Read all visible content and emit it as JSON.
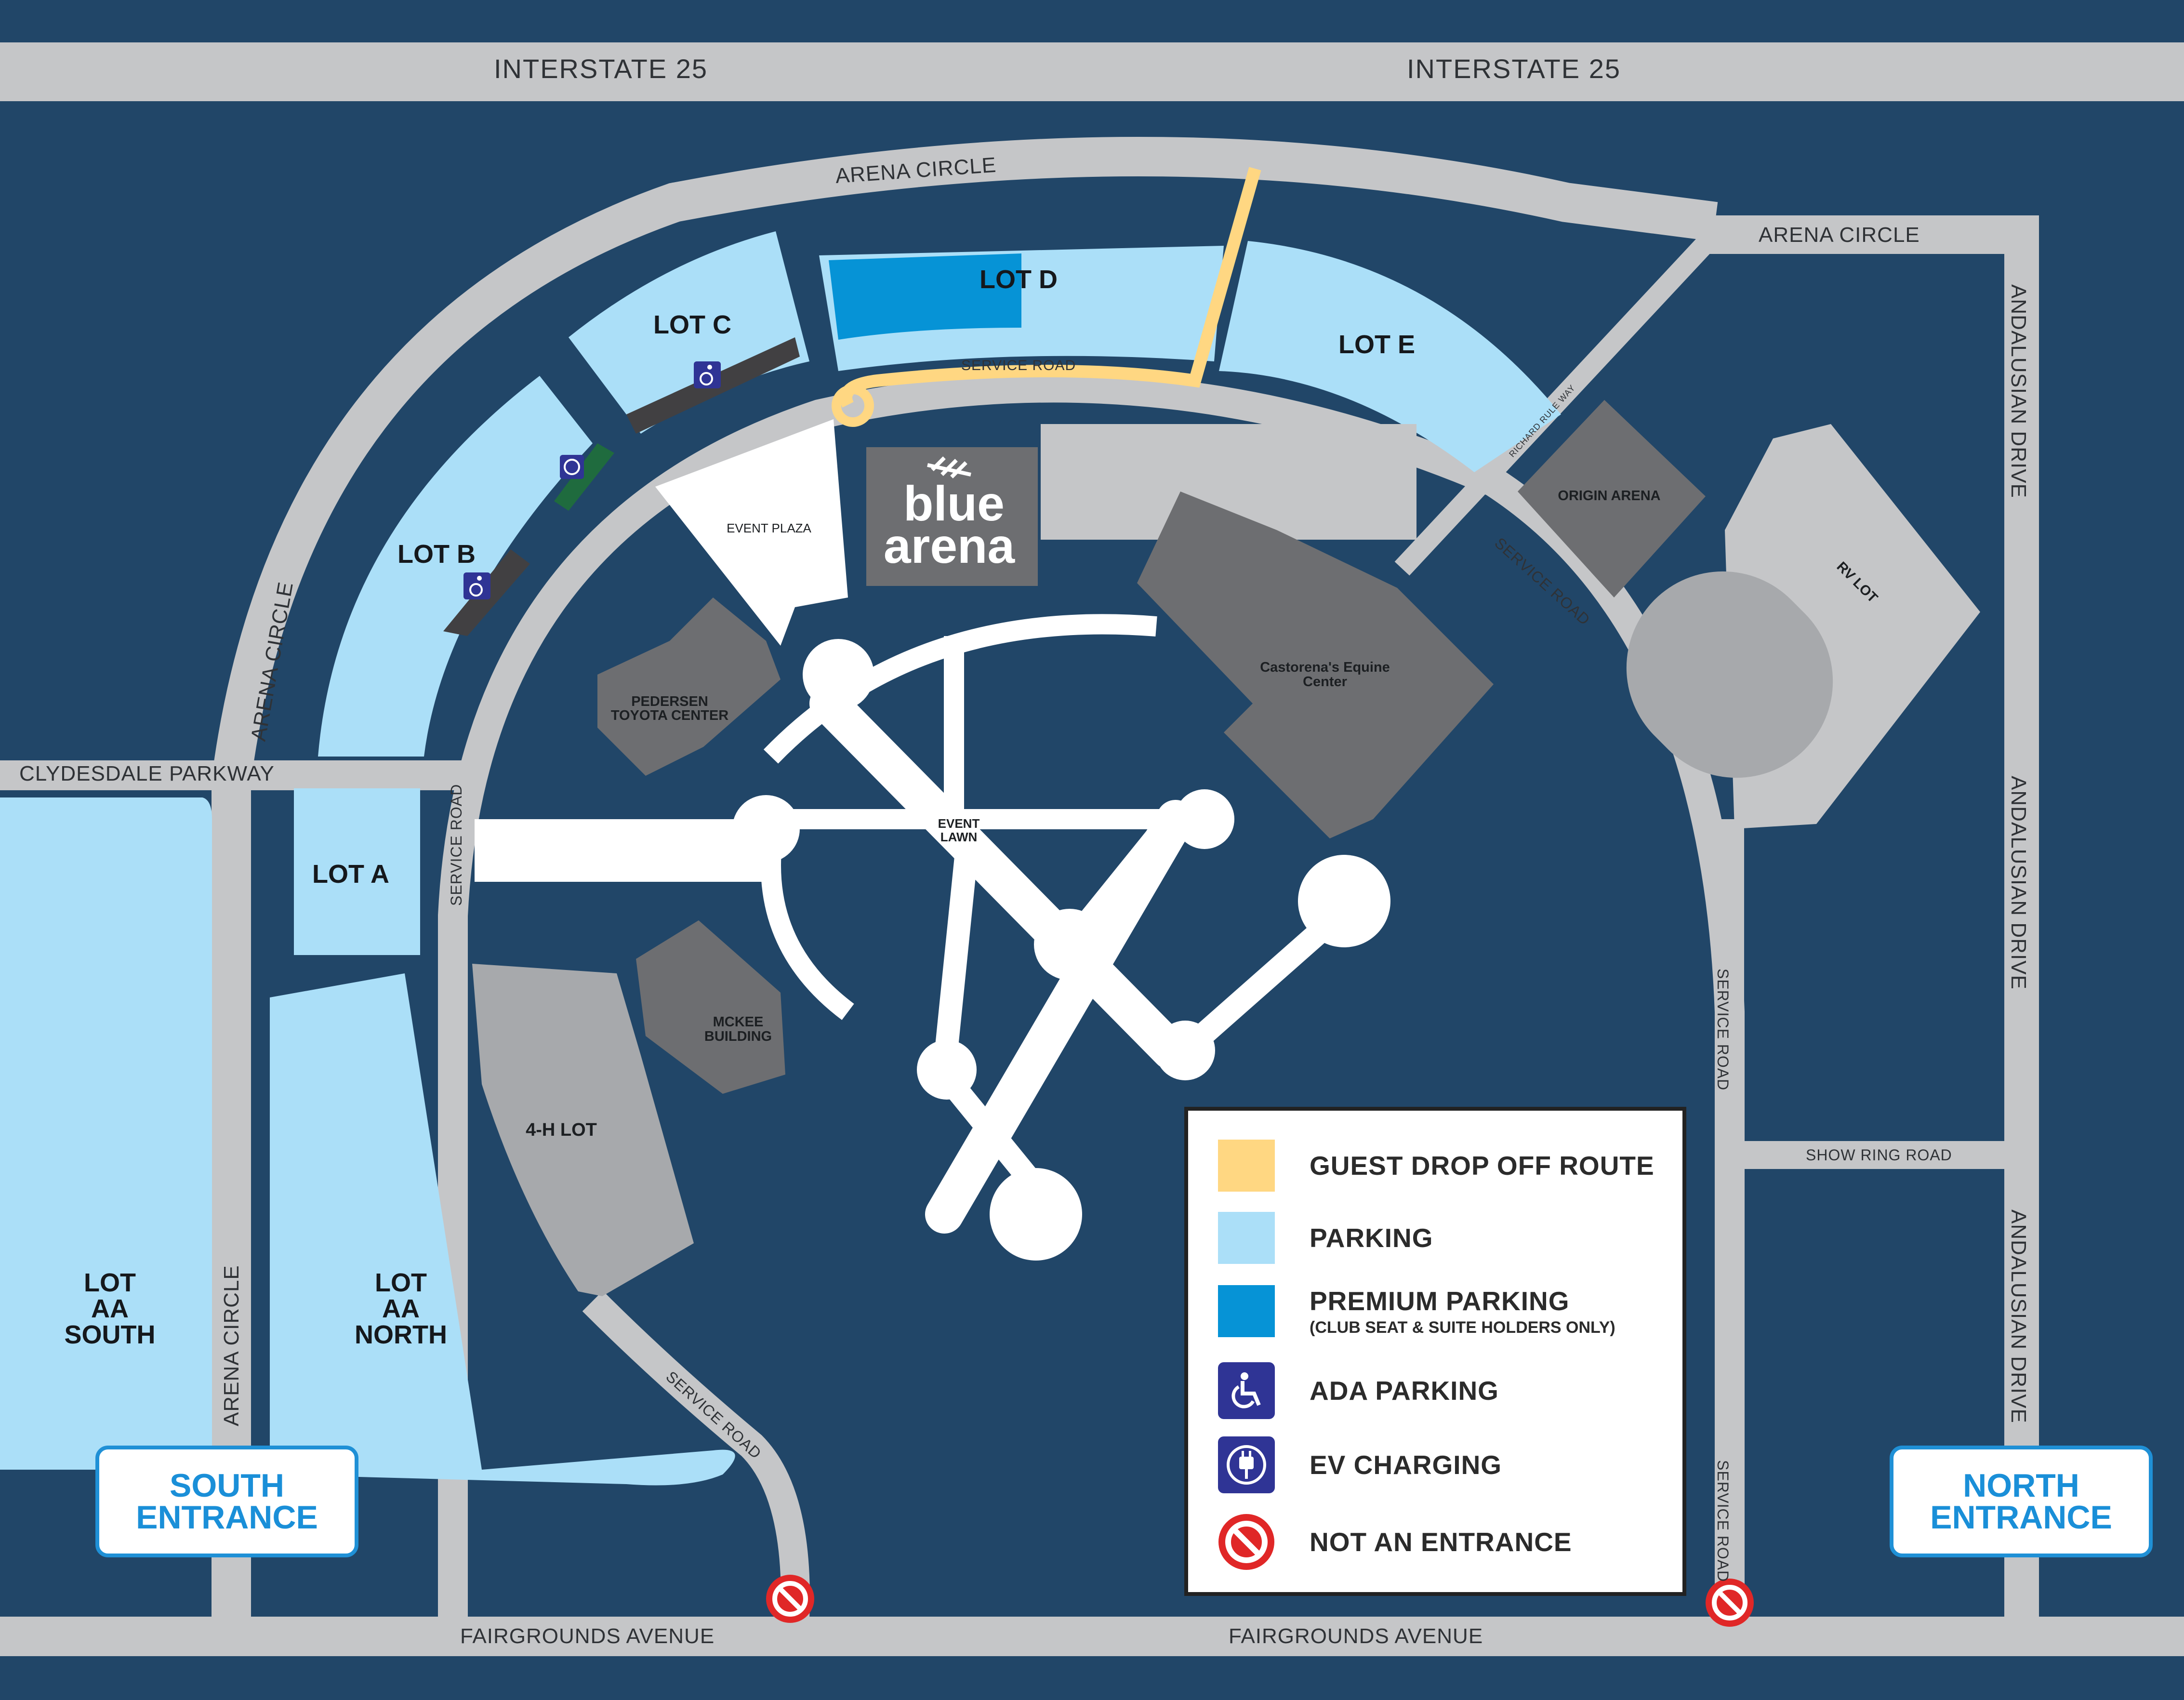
{
  "roads": {
    "interstate_left": "INTERSTATE 25",
    "interstate_right": "INTERSTATE 25",
    "arena_circle_top": "ARENA CIRCLE",
    "arena_circle_right": "ARENA CIRCLE",
    "arena_circle_left": "ARENA CIRCLE",
    "arena_circle_bottom": "ARENA CIRCLE",
    "clydesdale": "CLYDESDALE PARKWAY",
    "service_road_top": "SERVICE ROAD",
    "service_road_left": "SERVICE ROAD",
    "service_road_right": "SERVICE ROAD",
    "service_road_east": "SERVICE ROAD",
    "service_road_bottom": "SERVICE ROAD",
    "service_road_se": "SERVICE ROAD",
    "richard_rule": "RICHARD RULE WAY",
    "andalusian_1": "ANDALUSIAN DRIVE",
    "andalusian_2": "ANDALUSIAN DRIVE",
    "andalusian_3": "ANDALUSIAN DRIVE",
    "show_ring": "SHOW RING ROAD",
    "fairgrounds_left": "FAIRGROUNDS AVENUE",
    "fairgrounds_right": "FAIRGROUNDS AVENUE"
  },
  "lots": {
    "a": "LOT A",
    "b": "LOT B",
    "c": "LOT C",
    "d": "LOT D",
    "e": "LOT E",
    "aa_south": [
      "LOT",
      "AA",
      "SOUTH"
    ],
    "aa_north": [
      "LOT",
      "AA",
      "NORTH"
    ],
    "four_h": "4-H LOT",
    "rv": "RV LOT"
  },
  "buildings": {
    "pedersen": [
      "PEDERSEN",
      "TOYOTA CENTER"
    ],
    "mckee": [
      "MCKEE",
      "BUILDING"
    ],
    "castorena": [
      "Castorena's Equine",
      "Center"
    ],
    "origin": "ORIGIN ARENA",
    "event_plaza": "EVENT PLAZA",
    "event_lawn": [
      "EVENT",
      "LAWN"
    ],
    "arena_logo_1": "blue",
    "arena_logo_2": "arena"
  },
  "entrances": {
    "south": "SOUTH\nENTRANCE",
    "north": "NORTH\nENTRANCE"
  },
  "legend": {
    "items": [
      {
        "label": "GUEST DROP OFF ROUTE",
        "color": "#ffd782"
      },
      {
        "label": "PARKING",
        "color": "#abdff8"
      },
      {
        "label": "PREMIUM PARKING",
        "sub": "(CLUB SEAT & SUITE HOLDERS ONLY)",
        "color": "#0693d6"
      },
      {
        "label": "ADA PARKING",
        "icon": "wheelchair-icon"
      },
      {
        "label": "EV CHARGING",
        "icon": "ev-charging-icon"
      },
      {
        "label": "NOT AN ENTRANCE",
        "icon": "no-entry-icon"
      }
    ]
  },
  "colors": {
    "background": "#214668",
    "road": "#c5c6c8",
    "parking": "#abdff8",
    "premium": "#0693d6",
    "building": "#6d6e71",
    "four_h": "#a7a9ac",
    "dropoff": "#ffd782",
    "no_entry": "#e02727"
  }
}
